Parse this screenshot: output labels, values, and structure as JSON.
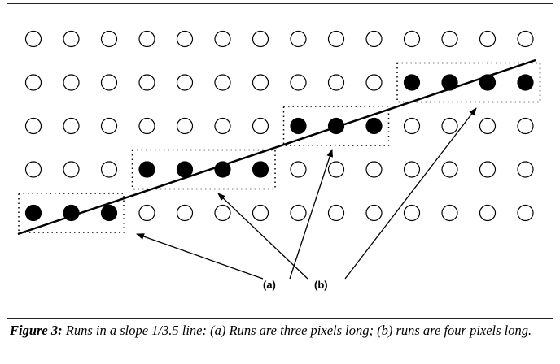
{
  "figure": {
    "grid": {
      "rows": 5,
      "columns": 14,
      "filled_pixels": [
        {
          "row": 4,
          "col": 0
        },
        {
          "row": 4,
          "col": 1
        },
        {
          "row": 4,
          "col": 2
        },
        {
          "row": 3,
          "col": 3
        },
        {
          "row": 3,
          "col": 4
        },
        {
          "row": 3,
          "col": 5
        },
        {
          "row": 3,
          "col": 6
        },
        {
          "row": 2,
          "col": 7
        },
        {
          "row": 2,
          "col": 8
        },
        {
          "row": 2,
          "col": 9
        },
        {
          "row": 1,
          "col": 10
        },
        {
          "row": 1,
          "col": 11
        },
        {
          "row": 1,
          "col": 12
        },
        {
          "row": 1,
          "col": 13
        }
      ]
    },
    "labels": {
      "a": "(a)",
      "b": "(b)"
    }
  },
  "caption": {
    "label": "Figure 3:",
    "text": " Runs in a slope 1/3.5 line: (a) Runs are three pixels long; (b) runs are four pixels long."
  }
}
